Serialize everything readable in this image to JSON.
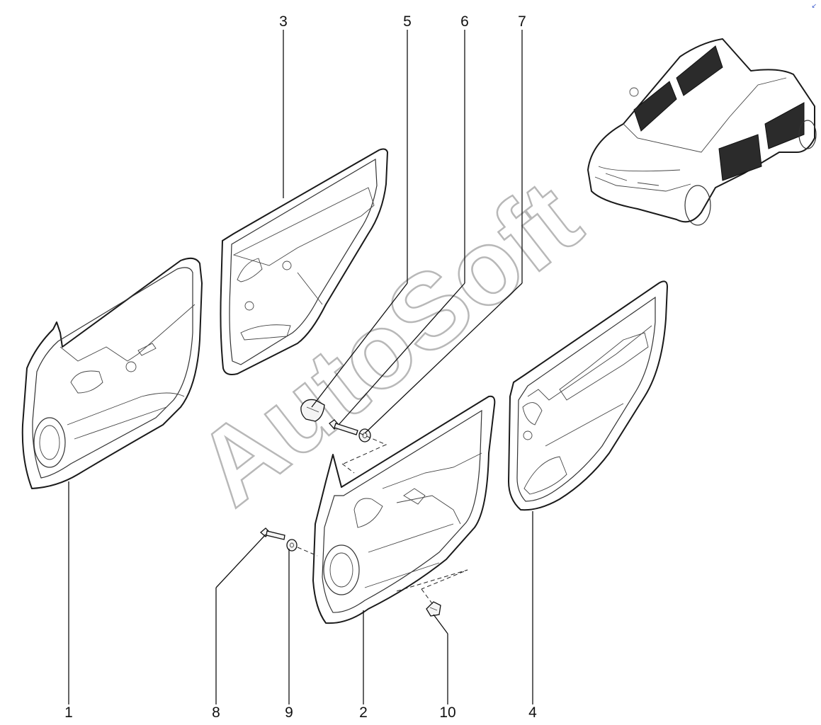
{
  "watermark": "AutoSoft",
  "corner_mark": "↙",
  "parts": [
    {
      "id": "label-1",
      "text": "1"
    },
    {
      "id": "label-2",
      "text": "2"
    },
    {
      "id": "label-3",
      "text": "3"
    },
    {
      "id": "label-4",
      "text": "4"
    },
    {
      "id": "label-5",
      "text": "5"
    },
    {
      "id": "label-6",
      "text": "6"
    },
    {
      "id": "label-7",
      "text": "7"
    },
    {
      "id": "label-8",
      "text": "8"
    },
    {
      "id": "label-9",
      "text": "9"
    },
    {
      "id": "label-10",
      "text": "10"
    }
  ]
}
